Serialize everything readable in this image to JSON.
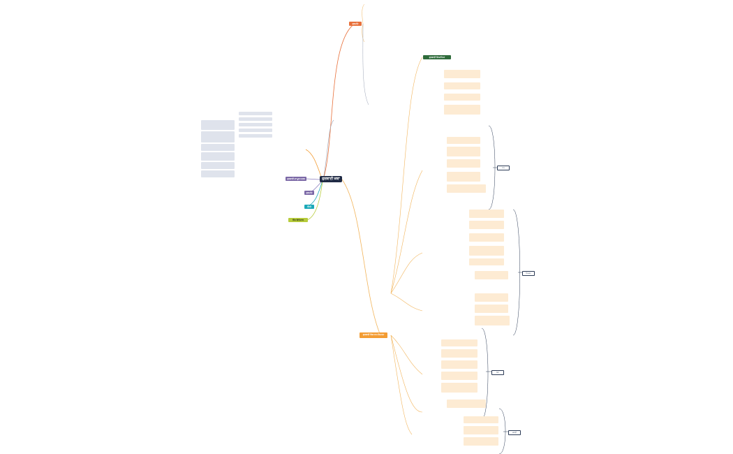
{
  "title": "ਗੁਰਬਾਣੀ ਕਥਾ",
  "colors": {
    "root": "#1f2a44",
    "orange": "#f39c33",
    "red_orange": "#e8703a",
    "purple": "#7b68a6",
    "teal": "#1aa9b8",
    "green": "#2e6b3a",
    "lime": "#b7cc3b",
    "line_orange": "#f2b45a",
    "line_purple": "#8c7fbf",
    "line_gray": "#9aa3b5"
  },
  "branches": [
    {
      "id": "top",
      "label": "ਗੁਰਮਤਿ"
    },
    {
      "id": "purple1",
      "label": "ਗੁਰਬਾਣੀ ਦਾ ਮੂਲ ਅਰਥ"
    },
    {
      "id": "purple2",
      "label": "ਗੁਰਮਤਿ ਸੰਗੀਤ"
    },
    {
      "id": "teal",
      "label": "ਸਿੱਖੀ"
    },
    {
      "id": "lime",
      "label": "ਸਿੱਖ ਇਤਿਹਾਸ"
    },
    {
      "id": "green",
      "label": "ਗੁਰਬਾਣੀ ਵਿਆਖਿਆ"
    },
    {
      "id": "bigorange",
      "label": "ਗੁਰਬਾਣੀ ਵਿਚ ਨਾਮ ਸਿਮਰਨ"
    }
  ],
  "boxes": [
    {
      "label": "ਨਾਮ"
    },
    {
      "label": "ਸਿਮਰਨ"
    },
    {
      "label": "ਸੇਵਾ"
    },
    {
      "label": "ਭਗਤੀ"
    }
  ]
}
